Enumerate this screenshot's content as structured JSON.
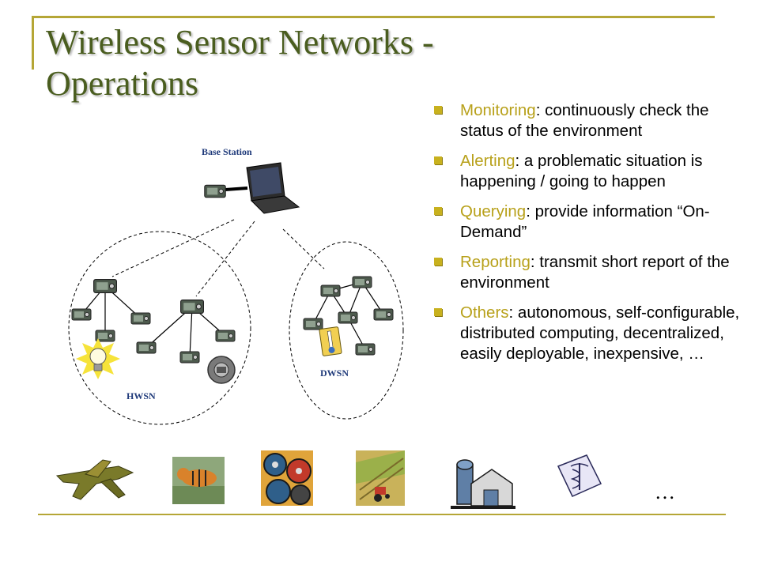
{
  "title": {
    "line1": "Wireless Sensor Networks -",
    "line2": "Operations"
  },
  "bullets": [
    {
      "keyword": "Monitoring",
      "text": ": continuously check the status of the environment"
    },
    {
      "keyword": "Alerting",
      "text": ": a problematic situation is happening / going to happen"
    },
    {
      "keyword": "Querying",
      "text": ": provide information “On-Demand”"
    },
    {
      "keyword": "Reporting",
      "text": ": transmit short report of the environment"
    },
    {
      "keyword": "Others",
      "text": ": autonomous, self-configurable, distributed computing, decentralized, easily  deployable, inexpensive, …"
    }
  ],
  "diagram": {
    "base_station_label": "Base Station",
    "hwsn_label": "HWSN",
    "dwsn_label": "DWSN"
  },
  "pictures": {
    "ellipsis": "…",
    "items": [
      "airplane-icon",
      "tiger-icon",
      "machinery-icon",
      "farm-tractor-icon",
      "barn-silo-icon",
      "medical-caduceus-icon"
    ]
  },
  "colors": {
    "title": "#4a5d1f",
    "accent": "#b8a11b",
    "frame": "#b5a636",
    "label": "#1f3a7a"
  }
}
